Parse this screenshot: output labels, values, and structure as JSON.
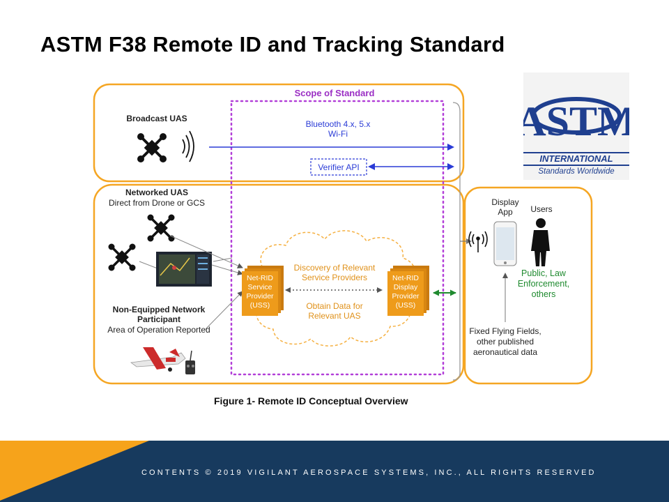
{
  "slide": {
    "title": "ASTM F38 Remote ID and Tracking Standard",
    "caption": "Figure 1- Remote ID Conceptual Overview",
    "footer": "CONTENTS © 2019 VIGILANT AEROSPACE SYSTEMS, INC., ALL RIGHTS RESERVED"
  },
  "logo": {
    "main": "INTERNATIONAL",
    "tagline": "Standards Worldwide",
    "letters": "ASTM"
  },
  "diagram": {
    "scope": "Scope of Standard",
    "broadcast": {
      "title": "Broadcast UAS",
      "link1": "Bluetooth 4.x, 5.x",
      "link2": "Wi-Fi",
      "verifier": "Verifier API"
    },
    "networked": {
      "title": "Networked UAS",
      "subtitle": "Direct from Drone or GCS"
    },
    "non_equipped": {
      "title1": "Non-Equipped Network",
      "title2": "Participant",
      "subtitle": "Area of Operation Reported"
    },
    "service_provider": {
      "l1": "Net-RID",
      "l2": "Service",
      "l3": "Provider",
      "l4": "(USS)"
    },
    "display_provider": {
      "l1": "Net-RID",
      "l2": "Display",
      "l3": "Provider",
      "l4": "(USS)"
    },
    "cloud": {
      "d1": "Discovery of Relevant",
      "d2": "Service Providers",
      "o1": "Obtain Data for",
      "o2": "Relevant UAS"
    },
    "display_app": {
      "l1": "Display",
      "l2": "App"
    },
    "users": {
      "title": "Users",
      "l1": "Public, Law",
      "l2": "Enforcement,",
      "l3": "others"
    },
    "fixed": {
      "l1": "Fixed Flying Fields,",
      "l2": "other published",
      "l3": "aeronautical data"
    }
  },
  "colors": {
    "orange": "#f5a623",
    "purple": "#b23fd8",
    "blue": "#2a3bd6",
    "green": "#1f8a2f",
    "footer": "#173a5e",
    "accent": "#f6a31b"
  }
}
